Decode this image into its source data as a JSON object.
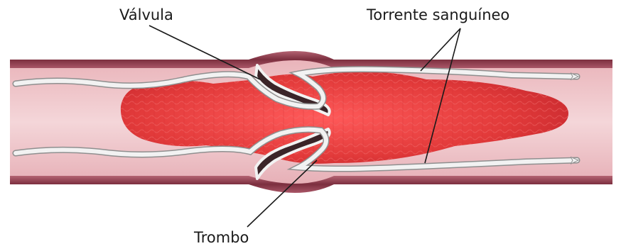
{
  "labels": {
    "valve": "Válvula",
    "blood_flow": "Torrente sanguíneo",
    "thrombus": "Trombo"
  },
  "colors": {
    "vessel_wall": "#8a3d4c",
    "vessel_interior": "#efc4c8",
    "thrombus": "#e23a3a",
    "flow_arrow": "#e6e6e6",
    "valve_leaflet": "#3b2428",
    "leader_line": "#1a1a1a"
  }
}
